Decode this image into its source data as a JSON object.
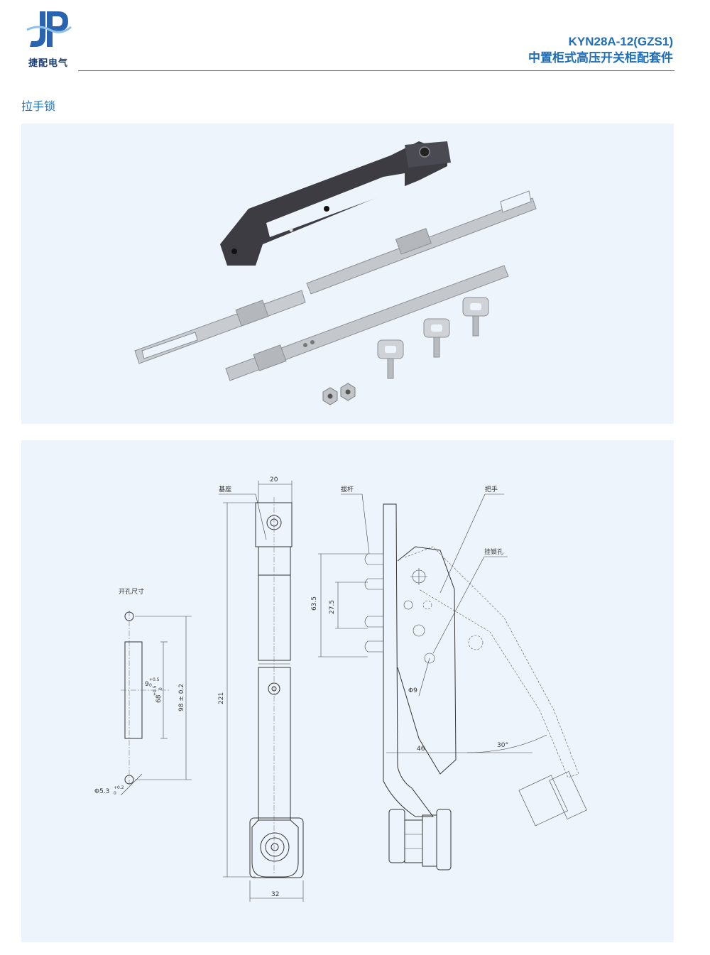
{
  "header": {
    "brand": "捷配电气",
    "model": "KYN28A-12(GZS1)",
    "subtitle": "中置柜式高压开关柜配套件"
  },
  "section": {
    "title": "拉手锁"
  },
  "drawing": {
    "labels": {
      "base": "基座",
      "pull_rod": "拔杆",
      "handle": "把手",
      "lock_hole": "挂锁孔",
      "cutout_size": "开孔尺寸"
    },
    "dims": {
      "width_top": "20",
      "width_bottom": "32",
      "length_total": "221",
      "d635": "63.5",
      "d275": "27.5",
      "d46": "46",
      "phi9": "Φ9",
      "angle": "30°",
      "slot_w": "9",
      "slot_w_tol_up": "+0.5",
      "slot_w_tol_dn": "0",
      "slot_h": "68",
      "slot_h_tol_up": "+0.5",
      "slot_h_tol_dn": "0",
      "hole_pitch": "98 ± 0.2",
      "hole_dia": "Φ5.3",
      "hole_dia_tol_up": "+0.2",
      "hole_dia_tol_dn": "0"
    }
  }
}
